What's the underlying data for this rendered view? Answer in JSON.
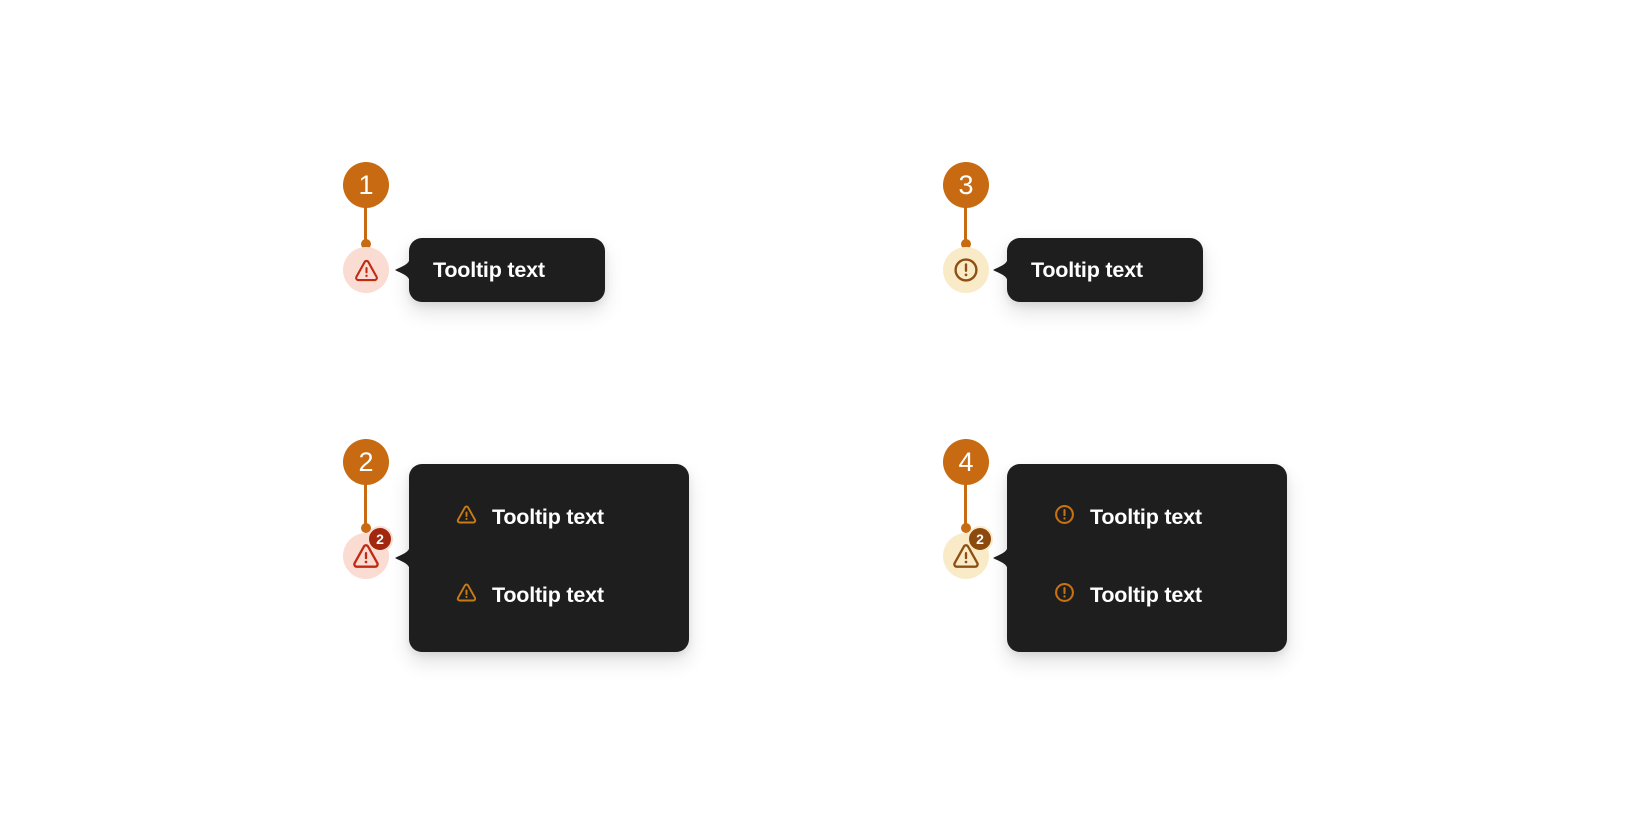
{
  "colors": {
    "page_background": "#FFFFFF",
    "annotation_orange": "#C76A11",
    "tooltip_background": "#1E1E1E",
    "tooltip_text": "#FFFFFF",
    "danger_icon": "#C22A12",
    "danger_icon_circle_bg": "#FADCD3",
    "danger_badge_bg": "#A1270E",
    "warning_icon": "#8F4F13",
    "warning_icon_circle_bg": "#FAEBC8",
    "warning_badge_bg": "#8C4A0E",
    "tooltip_row_triangle_icon": "#C87A17",
    "tooltip_row_circle_icon": "#C9700F"
  },
  "examples": [
    {
      "marker_label": "1",
      "trigger_icon": "warning-triangle-icon",
      "tooltip": {
        "lines": [
          {
            "text": "Tooltip text"
          }
        ]
      }
    },
    {
      "marker_label": "2",
      "badge_count": "2",
      "trigger_icon": "warning-triangle-icon",
      "tooltip": {
        "lines": [
          {
            "icon": "warning-triangle-icon",
            "text": "Tooltip text"
          },
          {
            "icon": "warning-triangle-icon",
            "text": "Tooltip text"
          }
        ]
      }
    },
    {
      "marker_label": "3",
      "trigger_icon": "alert-circle-icon",
      "tooltip": {
        "lines": [
          {
            "text": "Tooltip text"
          }
        ]
      }
    },
    {
      "marker_label": "4",
      "badge_count": "2",
      "trigger_icon": "warning-triangle-icon",
      "tooltip": {
        "lines": [
          {
            "icon": "alert-circle-icon",
            "text": "Tooltip text"
          },
          {
            "icon": "alert-circle-icon",
            "text": "Tooltip text"
          }
        ]
      }
    }
  ]
}
